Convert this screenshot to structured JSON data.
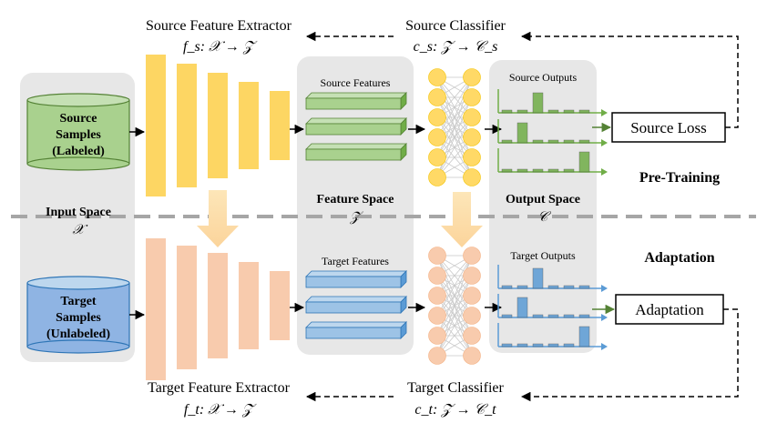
{
  "top": {
    "extractor_title": "Source Feature Extractor",
    "extractor_formula": "f_s: 𝒳 → 𝒵",
    "classifier_title": "Source Classifier",
    "classifier_formula": "c_s: 𝒵 → 𝒞_s"
  },
  "bottom": {
    "extractor_title": "Target Feature Extractor",
    "extractor_formula": "f_t: 𝒳 → 𝒵",
    "classifier_title": "Target Classifier",
    "classifier_formula": "c_t: 𝒵 → 𝒞_t"
  },
  "input_space": {
    "label": "Input Space",
    "symbol": "𝒳",
    "source_samples": [
      "Source",
      "Samples",
      "(Labeled)"
    ],
    "target_samples": [
      "Target",
      "Samples",
      "(Unlabeled)"
    ]
  },
  "feature_space": {
    "label": "Feature Space",
    "symbol": "𝒵",
    "source_features": "Source Features",
    "target_features": "Target Features"
  },
  "output_space": {
    "label": "Output Space",
    "symbol": "𝒞",
    "source_outputs": "Source Outputs",
    "target_outputs": "Target Outputs"
  },
  "losses": {
    "source_loss": "Source Loss",
    "adaptation": "Adaptation"
  },
  "phases": {
    "pretraining": "Pre-Training",
    "adaptation": "Adaptation"
  },
  "colors": {
    "source_cylinder": "#a9d18e",
    "target_cylinder": "#8fb4e3",
    "source_extractor": "#fdd663",
    "target_extractor": "#f8cbad",
    "source_feature_bar": "#a9d18e",
    "target_feature_bar": "#9dc3e6",
    "source_bars": "#70ad47",
    "target_bars": "#5b9bd5",
    "panel_gray": "#e7e7e7",
    "divider": "#a6a6a6"
  }
}
